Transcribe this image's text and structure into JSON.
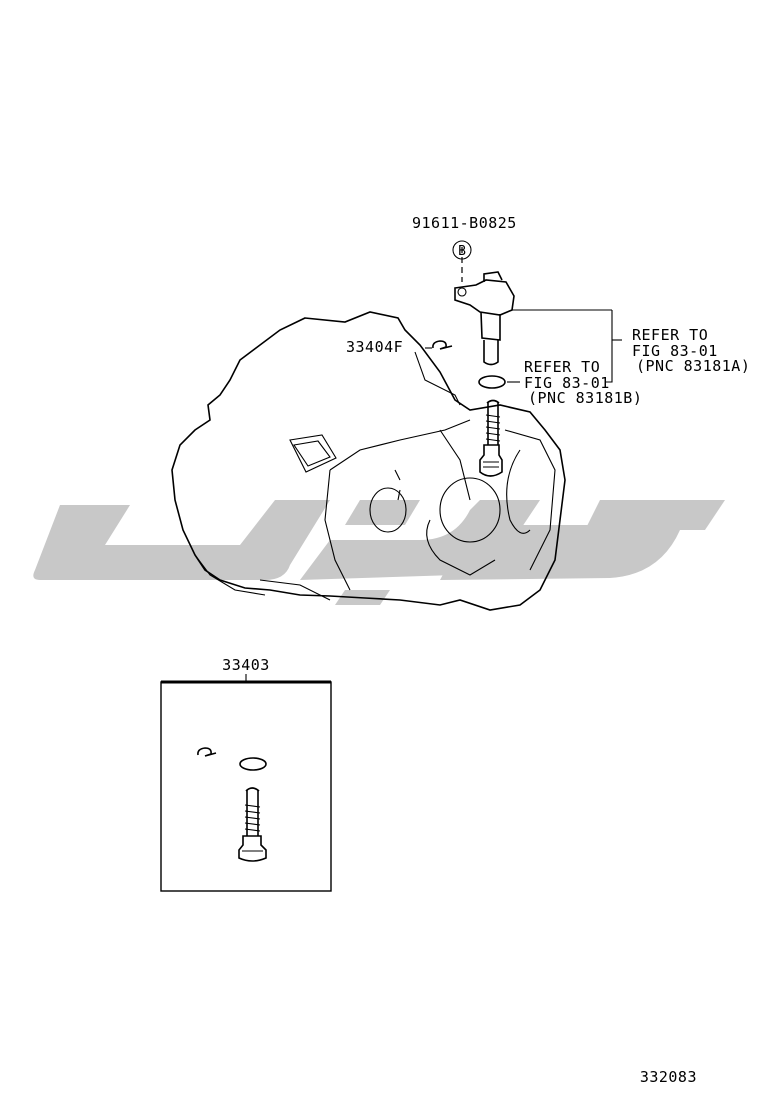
{
  "parts": {
    "bolt_number": "91611-B0825",
    "bolt_circle_letter": "B",
    "clip_number": "33404F",
    "kit_number": "33403",
    "refer_a_line1": "REFER TO",
    "refer_a_line2": "FIG 83-01",
    "refer_a_line3": "(PNC 83181A)",
    "refer_b_line1": "REFER TO",
    "refer_b_line2": "FIG 83-01",
    "refer_b_line3": "(PNC 83181B)"
  },
  "footer": {
    "diagram_number": "332083"
  },
  "colors": {
    "ink": "#000000",
    "watermark": "#c8c8c8",
    "background": "#ffffff"
  }
}
